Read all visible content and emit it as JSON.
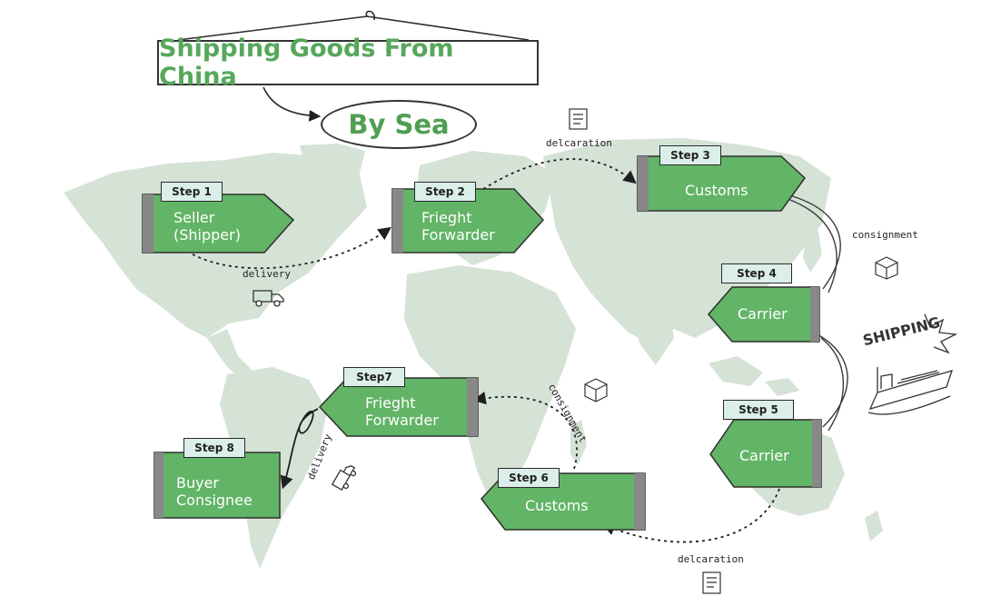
{
  "title": "Shipping Goods From China",
  "subtitle": "By Sea",
  "colors": {
    "box": "#62b466",
    "box_border": "#2f2f2f",
    "tag_bg": "#dbeeea",
    "map": "#d5e2d6",
    "title_text": "#56a85a"
  },
  "steps": [
    {
      "tag": "Step 1",
      "name": "Seller\n(Shipper)"
    },
    {
      "tag": "Step 2",
      "name": "Frieght\nForwarder"
    },
    {
      "tag": "Step 3",
      "name": "Customs"
    },
    {
      "tag": "Step 4",
      "name": "Carrier"
    },
    {
      "tag": "Step 5",
      "name": "Carrier"
    },
    {
      "tag": "Step 6",
      "name": "Customs"
    },
    {
      "tag": "Step7",
      "name": "Frieght\nForwarder"
    },
    {
      "tag": "Step 8",
      "name": "Buyer\nConsignee"
    }
  ],
  "labels": {
    "delivery_1": "delivery",
    "declaration_1": "delcaration",
    "consignment_1": "consignment",
    "shipping": "SHIPPING",
    "declaration_2": "delcaration",
    "consignment_2": "consignment",
    "delivery_2": "delivery"
  },
  "icons": {
    "truck_1": "truck-icon",
    "document_1": "document-icon",
    "box_1": "box-icon",
    "ship": "ship-icon",
    "document_2": "document-icon",
    "box_2": "box-icon",
    "truck_2": "truck-icon"
  }
}
